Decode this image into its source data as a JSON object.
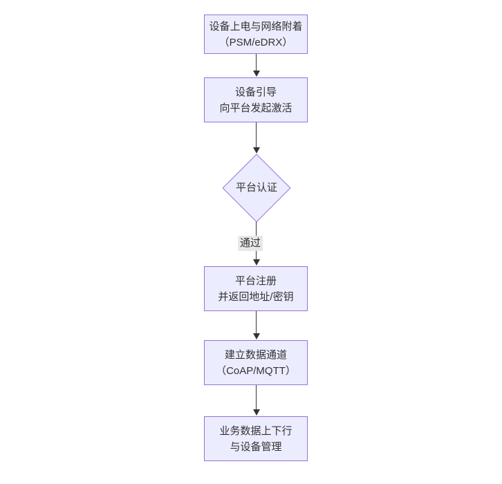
{
  "diagram": {
    "type": "flowchart",
    "direction": "top-down",
    "colors": {
      "background": "#ffffff",
      "node_fill": "#ECECFF",
      "node_border": "#9370DB",
      "text": "#333333",
      "edge": "#333333",
      "edge_label_bg": "#e8e8e8"
    },
    "nodes": [
      {
        "id": "power-attach",
        "shape": "rect",
        "line1": "设备上电与网络附着",
        "line2": "（PSM/eDRX）"
      },
      {
        "id": "bootstrap",
        "shape": "rect",
        "line1": "设备引导",
        "line2": "向平台发起激活"
      },
      {
        "id": "platform-auth",
        "shape": "diamond",
        "line1": "平台认证",
        "line2": ""
      },
      {
        "id": "register",
        "shape": "rect",
        "line1": "平台注册",
        "line2": "并返回地址/密钥"
      },
      {
        "id": "data-channel",
        "shape": "rect",
        "line1": "建立数据通道",
        "line2": "（CoAP/MQTT）"
      },
      {
        "id": "business-data",
        "shape": "rect",
        "line1": "业务数据上下行",
        "line2": "与设备管理"
      }
    ],
    "edges": [
      {
        "from": "power-attach",
        "to": "bootstrap",
        "label": ""
      },
      {
        "from": "bootstrap",
        "to": "platform-auth",
        "label": ""
      },
      {
        "from": "platform-auth",
        "to": "register",
        "label": "通过"
      },
      {
        "from": "register",
        "to": "data-channel",
        "label": ""
      },
      {
        "from": "data-channel",
        "to": "business-data",
        "label": ""
      }
    ]
  }
}
